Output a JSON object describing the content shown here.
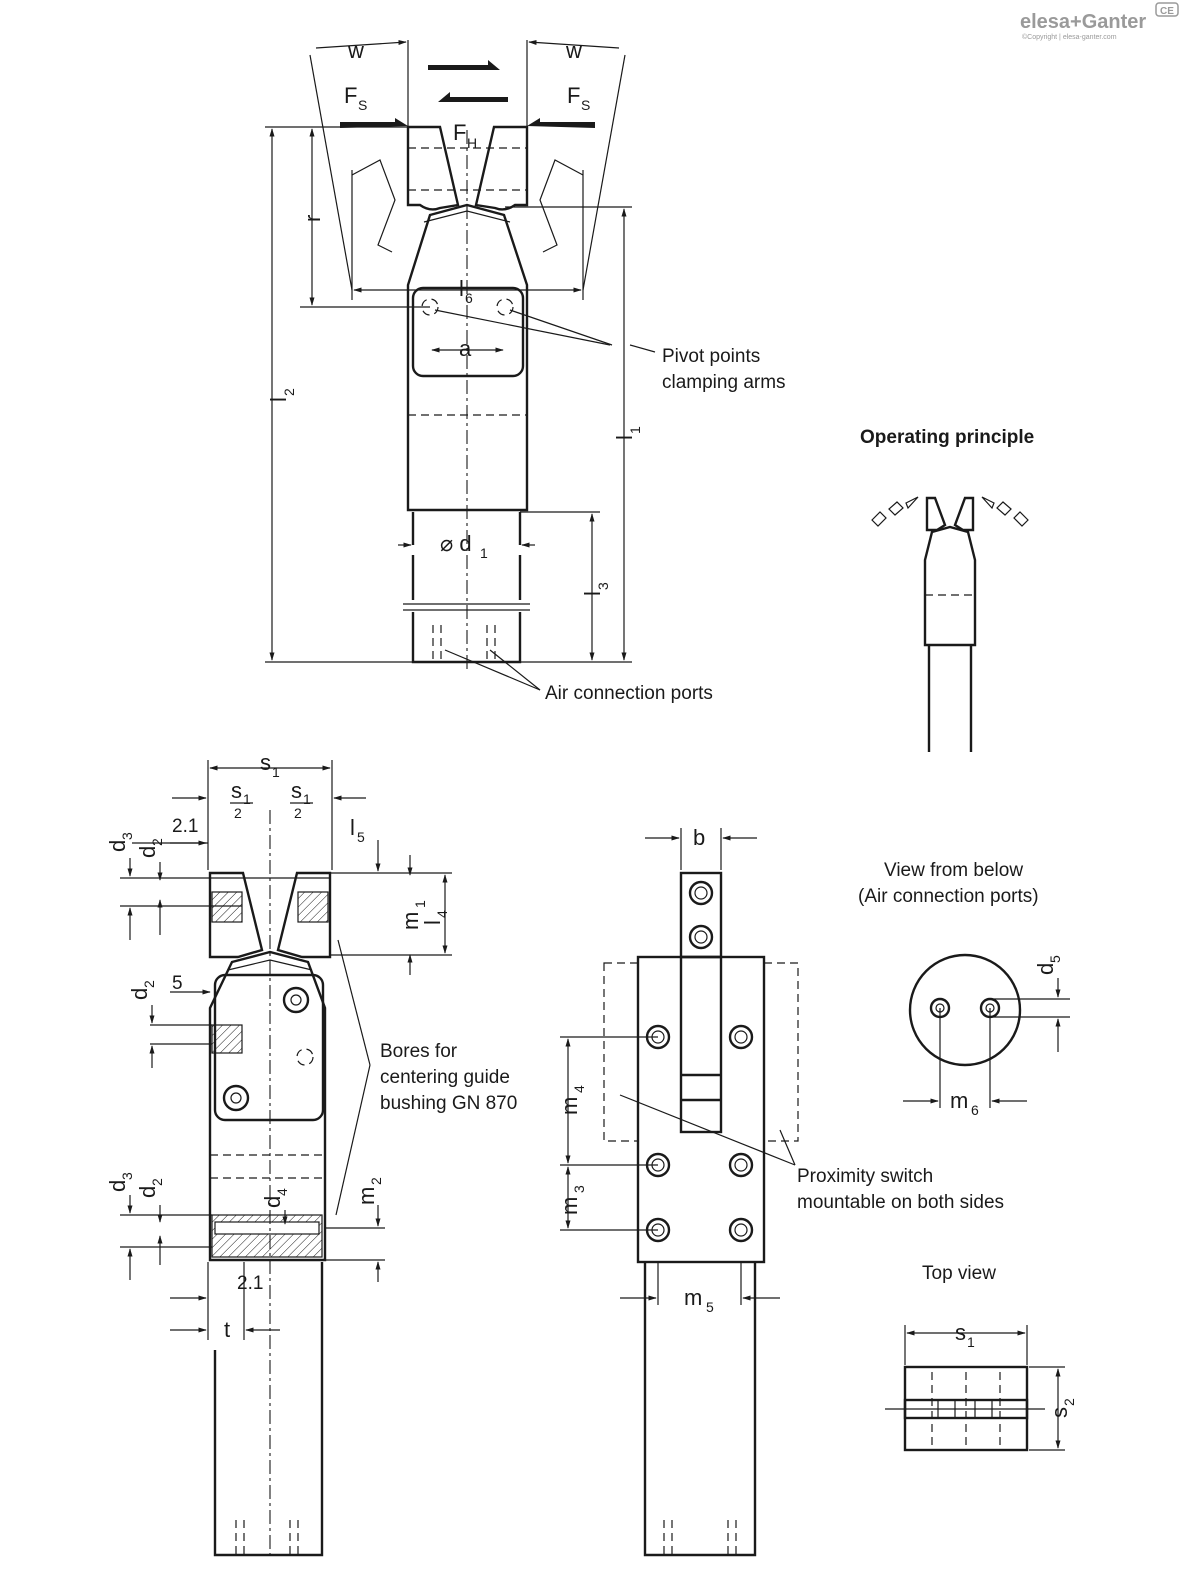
{
  "brand": {
    "logo_text": "elesa+Ganter",
    "badge": "CE",
    "copyright": "©Copyright | elesa-ganter.com"
  },
  "labels": {
    "w": "w",
    "fs": "F",
    "fs_sub": "S",
    "fh": "F",
    "fh_sub": "H",
    "r": "r",
    "l6": "l",
    "l6_sub": "6",
    "a": "a",
    "l2": "l",
    "l2_sub": "2",
    "l1": "l",
    "l1_sub": "1",
    "d1": "⌀ d",
    "d1_sub": "1",
    "l3": "l",
    "l3_sub": "3",
    "s1": "s",
    "s1_sub": "1",
    "half_s1_num": "s",
    "half_s1_num_sub": "1",
    "half_s1_den": "2",
    "dim_2_1": "2.1",
    "d3": "d",
    "d3_sub": "3",
    "d2": "d",
    "d2_sub": "2",
    "l5": "l",
    "l5_sub": "5",
    "m1": "m",
    "m1_sub": "1",
    "l4": "l",
    "l4_sub": "4",
    "dim_5": "5",
    "d4": "d",
    "d4_sub": "4",
    "m2": "m",
    "m2_sub": "2",
    "t": "t",
    "b": "b",
    "m4": "m",
    "m4_sub": "4",
    "m3": "m",
    "m3_sub": "3",
    "m5": "m",
    "m5_sub": "5",
    "d5": "d",
    "d5_sub": "5",
    "m6": "m",
    "m6_sub": "6",
    "s2": "s",
    "s2_sub": "2"
  },
  "notes": {
    "pivot_line1": "Pivot points",
    "pivot_line2": "clamping arms",
    "operating_principle": "Operating principle",
    "air_ports": "Air connection ports",
    "bores_line1": "Bores for",
    "bores_line2": "centering guide",
    "bores_line3": "bushing GN 870",
    "proximity_line1": "Proximity switch",
    "proximity_line2": "mountable on both sides",
    "view_below_line1": "View from below",
    "view_below_line2": "(Air connection ports)",
    "top_view": "Top view"
  }
}
